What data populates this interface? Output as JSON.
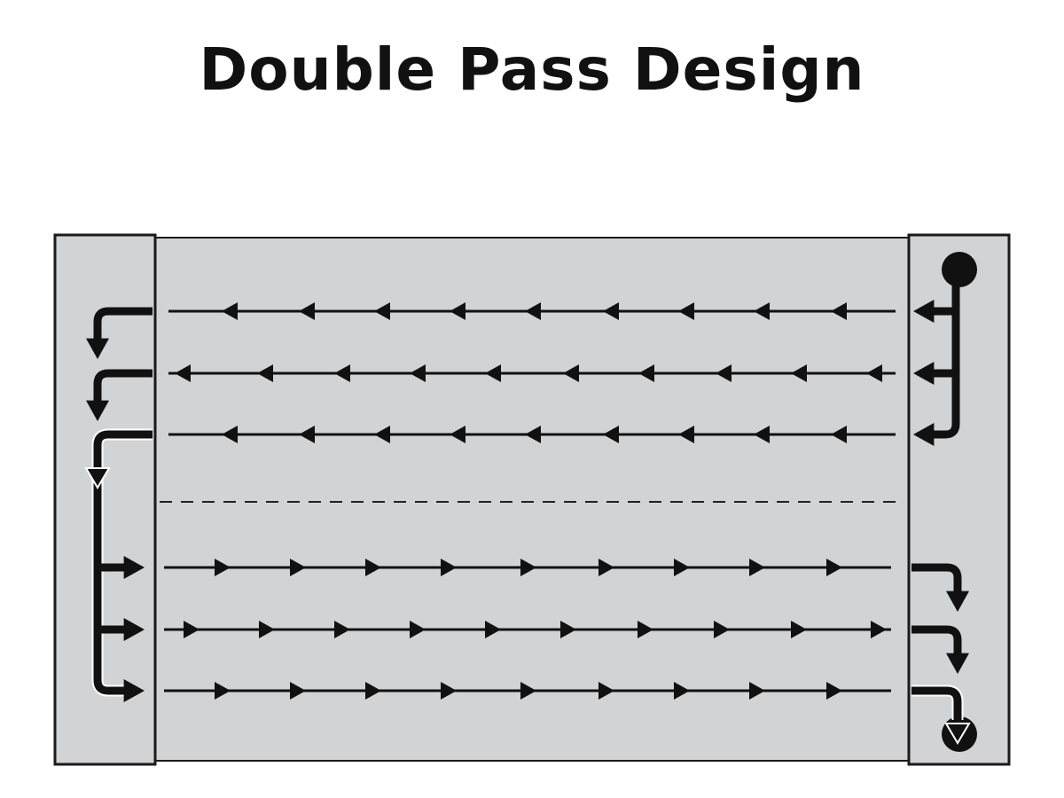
{
  "title": "Double Pass Design",
  "colors": {
    "panel": "#d2d3d5",
    "ink": "#111111",
    "border": "#1a1a1a"
  },
  "diagram": {
    "passes": 2,
    "rows_per_pass": 3,
    "first_pass_direction": "right-to-left",
    "second_pass_direction": "left-to-right"
  }
}
